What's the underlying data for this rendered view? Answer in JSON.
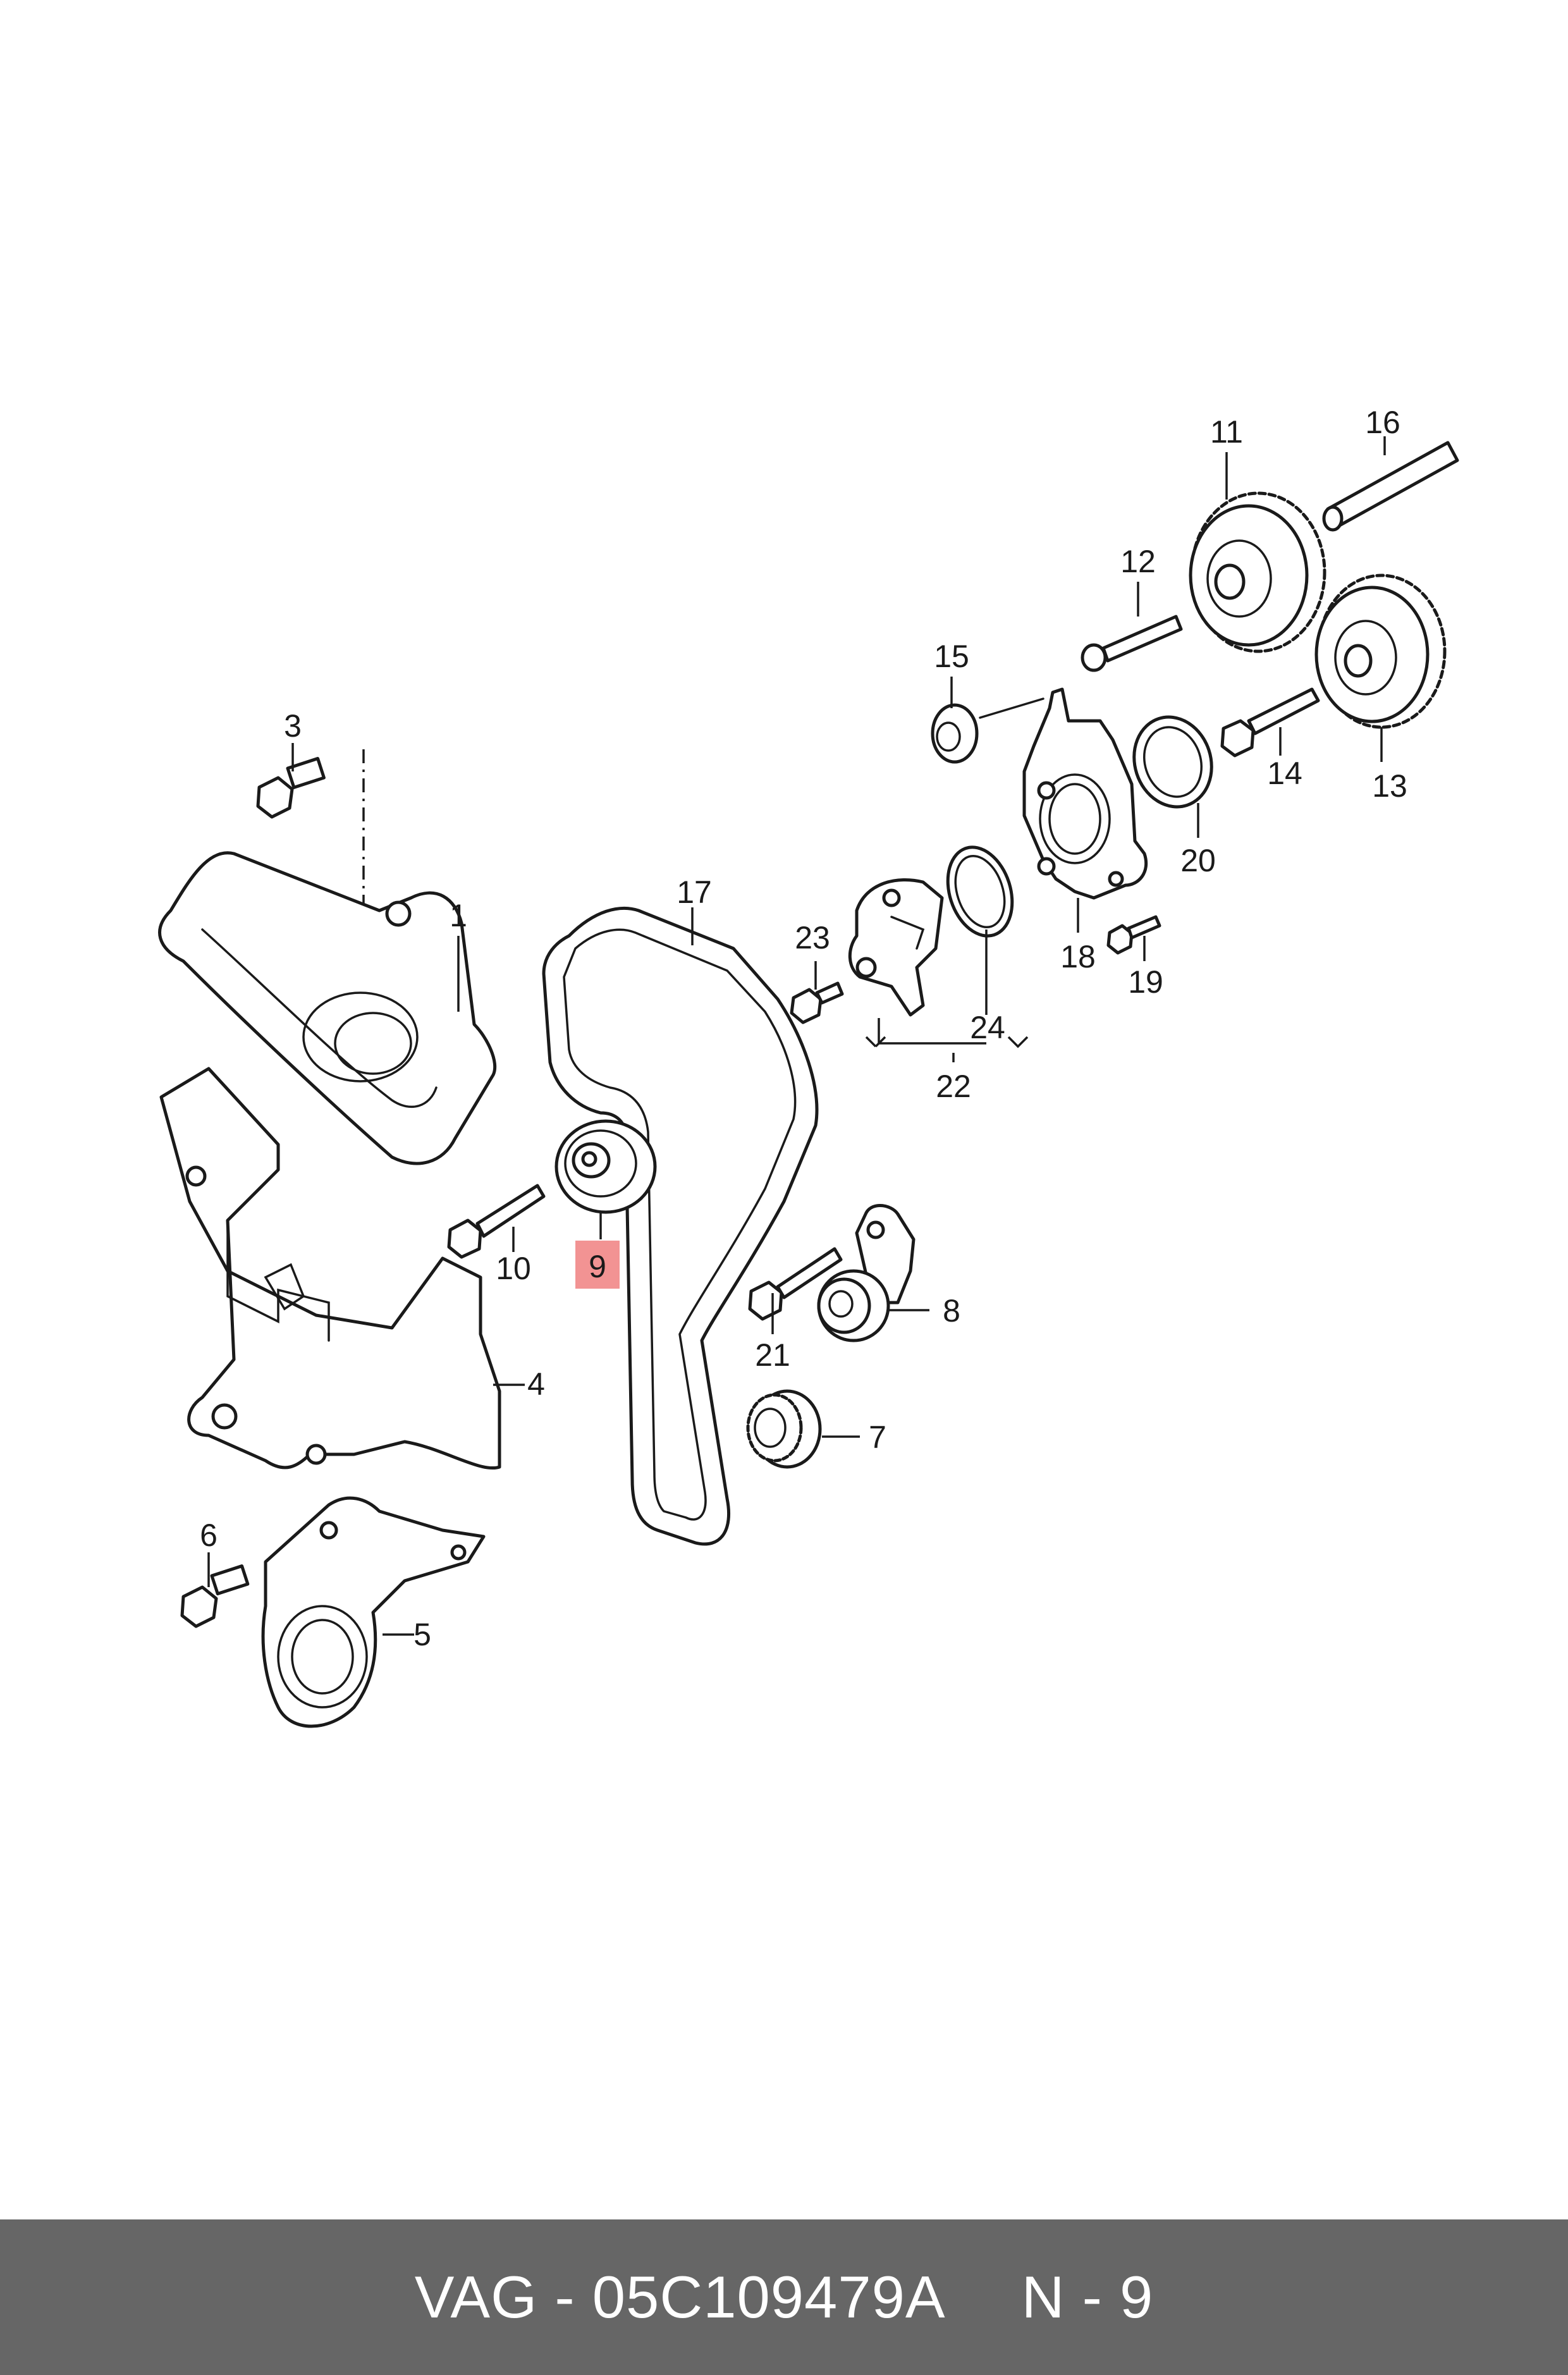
{
  "diagram": {
    "callouts": {
      "c1": "1",
      "c3": "3",
      "c4": "4",
      "c5": "5",
      "c6": "6",
      "c7": "7",
      "c8": "8",
      "c9": "9",
      "c10": "10",
      "c11": "11",
      "c12": "12",
      "c13": "13",
      "c14": "14",
      "c15": "15",
      "c16": "16",
      "c17": "17",
      "c18": "18",
      "c19": "19",
      "c20": "20",
      "c21": "21",
      "c22": "22",
      "c23": "23",
      "c24": "24"
    },
    "highlighted_callout": "9",
    "highlight_color": "#f08080"
  },
  "footer": {
    "brand_part": "VAG - 05C109479A",
    "position": "N - 9",
    "background_color": "#666666"
  }
}
